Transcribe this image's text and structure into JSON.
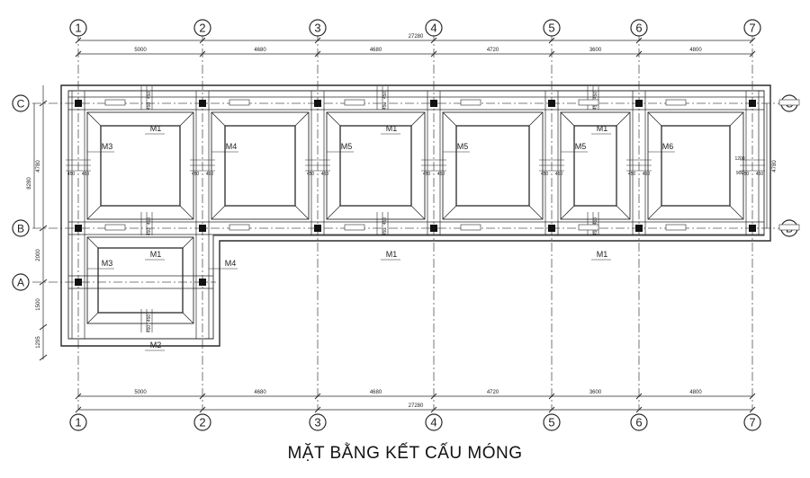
{
  "title": "MẶT BẰNG KẾT CẤU MÓNG",
  "grid": {
    "columns": [
      "1",
      "2",
      "3",
      "4",
      "5",
      "6",
      "7"
    ],
    "rows": [
      "C",
      "B",
      "A"
    ]
  },
  "dimensions": {
    "spans": [
      "5000",
      "4680",
      "4680",
      "4720",
      "3600",
      "4800"
    ],
    "overall": "27280",
    "row_spans": [
      "4780",
      "2000",
      "1500",
      "1295"
    ],
    "row_overall": "8280"
  },
  "labels": {
    "upper_rooms": [
      "M3",
      "M4",
      "M5",
      "M5",
      "M5",
      "M6"
    ],
    "lower_rooms": [
      "M3",
      "M4"
    ],
    "beam_top_C": [
      "M1",
      "M1",
      "M1"
    ],
    "beam_top_B": [
      "M1",
      "M1",
      "M1"
    ],
    "beam_bottom": "M2",
    "dim_450": "450",
    "dim_1200": "1200",
    "dim_900": "900"
  },
  "colors": {
    "line": "#2a2a2a",
    "hatch": "#8a8a8a",
    "axis": "#555555"
  }
}
